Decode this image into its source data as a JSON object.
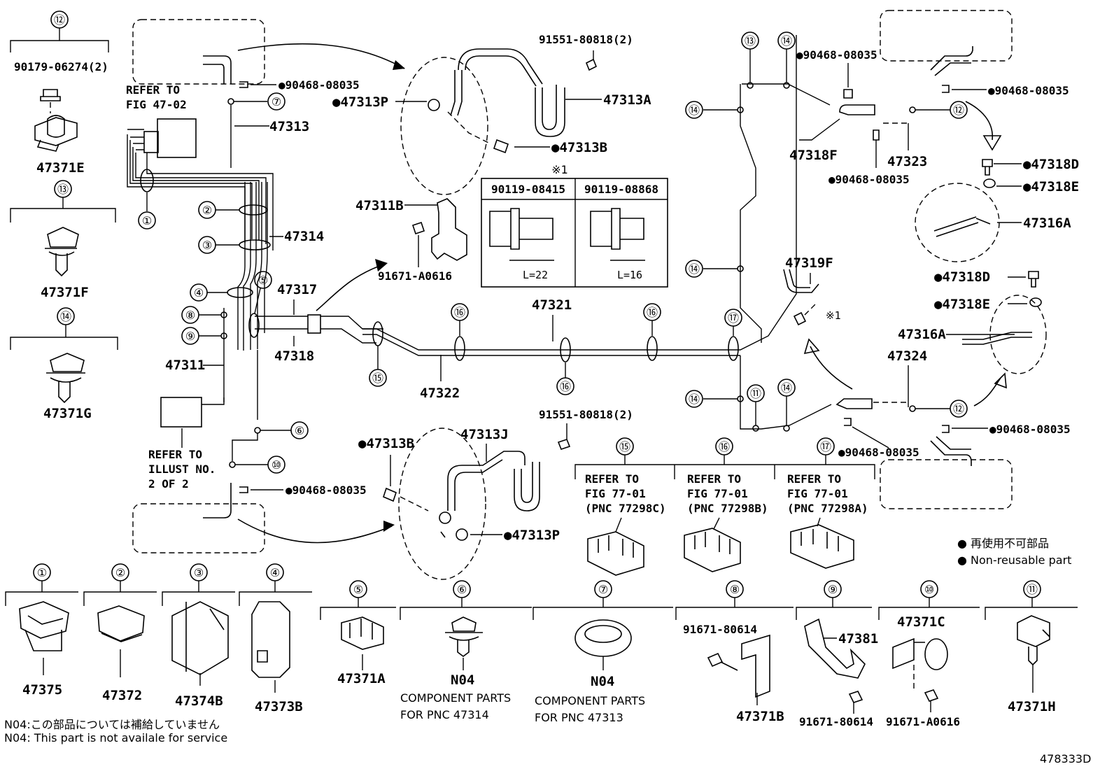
{
  "callouts": {
    "c1": "①",
    "c2": "②",
    "c3": "③",
    "c4": "④",
    "c5": "⑤",
    "c6": "⑥",
    "c7": "⑦",
    "c8": "⑧",
    "c9": "⑨",
    "c10": "⑩",
    "c11": "⑪",
    "c12": "⑫",
    "c13": "⑬",
    "c14": "⑭",
    "c15": "⑮",
    "c16": "⑯",
    "c17": "⑰"
  },
  "labels": {
    "p90179": "90179-06274(2)",
    "p47371E": "47371E",
    "p47371F": "47371F",
    "p47371G": "47371G",
    "refer_fig4702_a": "REFER TO",
    "refer_fig4702_b": "FIG 47-02",
    "p90468_tl": "●90468-08035",
    "p47313": "47313",
    "p47314": "47314",
    "p47317": "47317",
    "p47318": "47318",
    "p47311": "47311",
    "refer_illust_a": "REFER TO",
    "refer_illust_b": "ILLUST NO.",
    "refer_illust_c": "2 OF 2",
    "p90468_bl": "●90468-08035",
    "p91551_top": "91551-80818(2)",
    "p47313P_top": "●47313P",
    "p47313A": "47313A",
    "p47313B_top": "●47313B",
    "p47311B": "47311B",
    "p91671_A0616_mid": "91671-A0616",
    "p47321": "47321",
    "p47322": "47322",
    "p91551_bot": "91551-80818(2)",
    "p47313J": "47313J",
    "p47313B_bot": "●47313B",
    "p47313P_bot": "●47313P",
    "p90468_tr1": "●90468-08035",
    "p90468_tr2": "●90468-08035",
    "p90468_tr3": "●90468-08035",
    "p47318F": "47318F",
    "p47323": "47323",
    "p47318D_a": "●47318D",
    "p47318E_a": "●47318E",
    "p47316A_a": "47316A",
    "p47319F": "47319F",
    "star1_ref": "※1",
    "p47318D_b": "●47318D",
    "p47318E_b": "●47318E",
    "p47316A_b": "47316A",
    "p47324": "47324",
    "p90468_br1": "●90468-08035",
    "p90468_br2": "●90468-08035"
  },
  "bolt_table": {
    "mark": "※1",
    "col1": "90119-08415",
    "col2": "90119-08868",
    "len1": "L=22",
    "len2": "L=16"
  },
  "refer_boxes": [
    {
      "num": "⑮",
      "l1": "REFER TO",
      "l2": "FIG 77-01",
      "l3": "(PNC 77298C)"
    },
    {
      "num": "⑯",
      "l1": "REFER TO",
      "l2": "FIG 77-01",
      "l3": "(PNC 77298B)"
    },
    {
      "num": "⑰",
      "l1": "REFER TO",
      "l2": "FIG 77-01",
      "l3": "(PNC 77298A)"
    }
  ],
  "legend": {
    "jp": "● 再使用不可部品",
    "en": "● Non-reusable part"
  },
  "bottom_parts": [
    {
      "num": "①",
      "part": "47375"
    },
    {
      "num": "②",
      "part": "47372"
    },
    {
      "num": "③",
      "part": "47374B"
    },
    {
      "num": "④",
      "part": "47373B"
    },
    {
      "num": "⑤",
      "part": "47371A"
    },
    {
      "num": "⑥",
      "part": "N04",
      "note1": "COMPONENT PARTS",
      "note2": "FOR PNC 47314"
    },
    {
      "num": "⑦",
      "part": "N04",
      "note1": "COMPONENT PARTS",
      "note2": "FOR PNC 47313"
    },
    {
      "num": "⑧",
      "part": "47371B",
      "extra": "91671-80614"
    },
    {
      "num": "⑨",
      "part": "47381",
      "extra": "91671-80614"
    },
    {
      "num": "⑩",
      "part": "47371C",
      "extra": "91671-A0616"
    },
    {
      "num": "⑪",
      "part": "47371H"
    }
  ],
  "footnotes": {
    "jp": "N04:この部品については補給していません",
    "en": "N04: This part is not availale for service"
  },
  "figure_id": "478333D"
}
